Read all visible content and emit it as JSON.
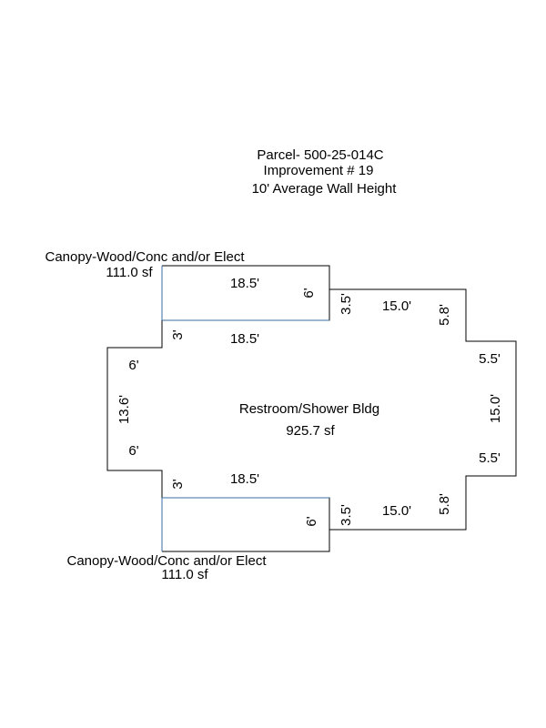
{
  "header": {
    "parcel": "Parcel- 500-25-014C",
    "improvement": "Improvement # 19",
    "wall_height": "10' Average Wall Height"
  },
  "main_building": {
    "name": "Restroom/Shower Bldg",
    "area": "925.7 sf",
    "dims": {
      "top_inner": "18.5'",
      "bottom_inner": "18.5'",
      "left_upper": "6'",
      "left_mid": "13.6'",
      "left_lower": "6'",
      "notch_top_left": "3'",
      "notch_bottom_left": "3'",
      "top_step": "3.5'",
      "top_run": "15.0'",
      "top_right_step": "5.8'",
      "right_upper": "5.5'",
      "right_mid": "15.0'",
      "right_lower": "5.5'",
      "bottom_step": "3.5'",
      "bottom_run": "15.0'",
      "bottom_right_step": "5.8'"
    }
  },
  "canopy_top": {
    "name": "Canopy-Wood/Conc and/or Elect",
    "area": "111.0 sf",
    "length": "18.5'",
    "width": "6'"
  },
  "canopy_bottom": {
    "name": "Canopy-Wood/Conc and/or Elect",
    "area": "111.0 sf",
    "length": "6'"
  },
  "colors": {
    "outline": "#000000",
    "canopy_edge": "#3a6ea5"
  }
}
